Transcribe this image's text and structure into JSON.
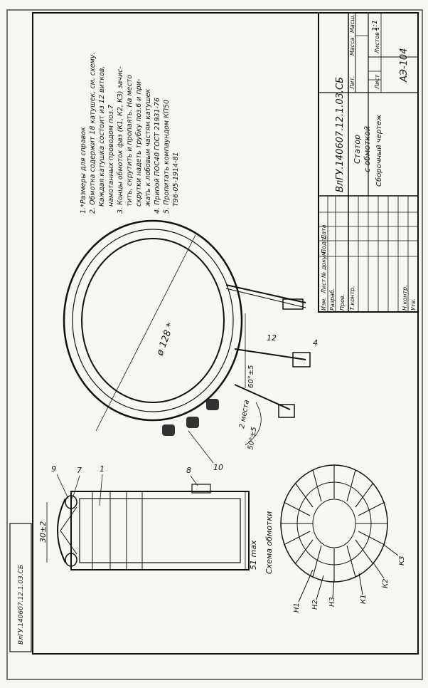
{
  "drawing": {
    "side_stamp": "ВлГУ.140607.12.1.03.СБ",
    "notes": [
      "1.*Размеры для справок",
      "2. Обмотка содержит 18 катушек, см. схему.",
      "Каждая катушка состоит из 12 витков,",
      "намотанных проводом поз.7",
      "3. Концы обмоток фаз (К1, К2, К3) зачис-",
      "тить, скрутить и пропаять. На место",
      "скрутки надеть трубку поз.6 и при-",
      "жать к лобовым частям катушек",
      "4. Припой ПОС40 ГОСТ 21931-76",
      "5. Пропитать компаундом КП50",
      "Т96-05-1914-81"
    ],
    "dims": {
      "width_30": "30±2",
      "max_51": "51 max",
      "diameter": "ø 128 *",
      "angle_60": "60°±5",
      "angle_50": "50°±5",
      "places": "2 места"
    },
    "callouts": {
      "c9": "9",
      "c7": "7",
      "c1": "1",
      "c8": "8",
      "c10": "10",
      "c12": "12",
      "c4": "4"
    },
    "scheme_title": "Схема обмотки",
    "terminals": {
      "h1": "Н1",
      "h2": "Н2",
      "h3": "Н3",
      "k1": "К1",
      "k2": "К2",
      "k3": "К3"
    },
    "title_block": {
      "code": "ВлГУ.140607.12.1.03.СБ",
      "name_line1": "Статор",
      "name_line2": "с обмоткой",
      "name_line3": "Сборочный чертеж",
      "doc": "АЭ-104",
      "scale": "1:1",
      "lit": "Лит.",
      "mass": "Масса",
      "scale_h": "Масш.",
      "sheet": "Лист",
      "sheets": "Листов 1",
      "rows": [
        "Изм.",
        "Лист",
        "№ докум.",
        "Подп.",
        "Дата"
      ],
      "roles": [
        "Разраб.",
        "Пров.",
        "Т.контр.",
        "Н.контр.",
        "Утв."
      ]
    }
  }
}
